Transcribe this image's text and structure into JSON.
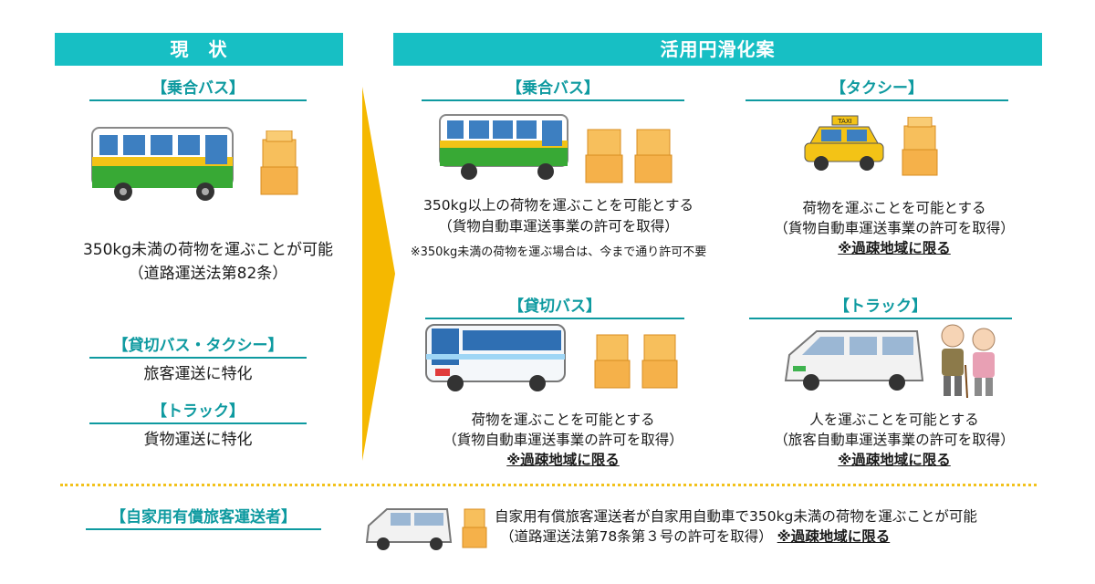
{
  "left": {
    "banner": "現　状",
    "bus": {
      "label": "【乗合バス】",
      "desc1": "350kg未満の荷物を運ぶことが可能",
      "desc2": "（道路運送法第82条）"
    },
    "charter_taxi": {
      "label": "【貸切バス・タクシー】",
      "desc": "旅客運送に特化"
    },
    "truck": {
      "label": "【トラック】",
      "desc": "貨物運送に特化"
    }
  },
  "right": {
    "banner": "活用円滑化案",
    "bus": {
      "label": "【乗合バス】",
      "desc1": "350kg以上の荷物を運ぶことを可能とする",
      "desc2": "（貨物自動車運送事業の許可を取得）",
      "note": "※350kg未満の荷物を運ぶ場合は、今まで通り許可不要"
    },
    "taxi": {
      "label": "【タクシー】",
      "desc1": "荷物を運ぶことを可能とする",
      "desc2": "（貨物自動車運送事業の許可を取得）",
      "emph": "※過疎地域に限る",
      "sign": "TAXI"
    },
    "charter": {
      "label": "【貸切バス】",
      "desc1": "荷物を運ぶことを可能とする",
      "desc2": "（貨物自動車運送事業の許可を取得）",
      "emph": "※過疎地域に限る"
    },
    "truck": {
      "label": "【トラック】",
      "desc1": "人を運ぶことを可能とする",
      "desc2": "（旅客自動車運送事業の許可を取得）",
      "emph": "※過疎地域に限る"
    }
  },
  "bottom": {
    "label": "【自家用有償旅客運送者】",
    "desc1": "自家用有償旅客運送者が自家用自動車で350kg未満の荷物を運ぶことが可能",
    "desc2": "（道路運送法第78条第３号の許可を取得）",
    "emph": "※過疎地域に限る"
  },
  "colors": {
    "banner": "#17bfc4",
    "heading": "#0e9aa0",
    "arrow": "#f5b800",
    "divider": "#f2c21c",
    "bus_green": "#38a935",
    "box": "#f5b14a"
  }
}
